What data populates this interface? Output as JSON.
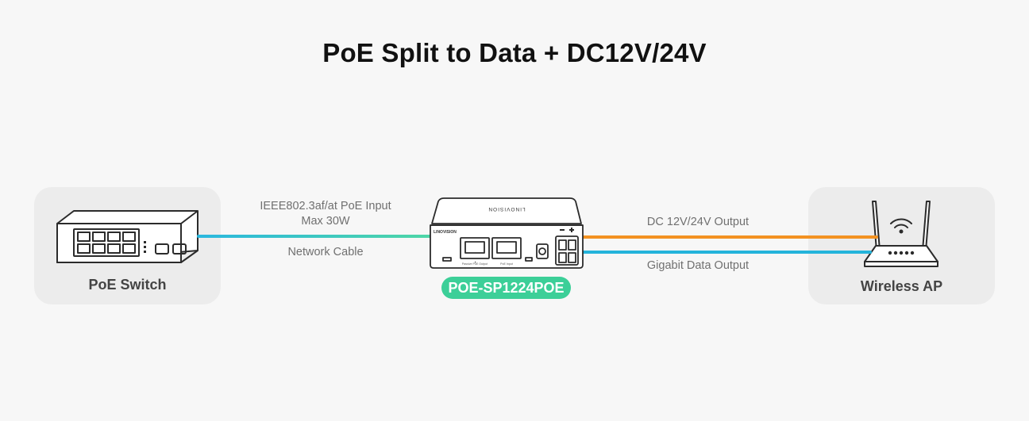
{
  "title": "PoE Split to Data + DC12V/24V",
  "source_device": {
    "label": "PoE Switch",
    "icon": "poe-switch-icon"
  },
  "splitter": {
    "model": "POE-SP1224POE",
    "brand_text": "LINOVISION",
    "icon": "poe-splitter-icon",
    "port_labels": [
      "Passive PoE Output",
      "PoE Input"
    ],
    "badge_color": "#3ccf98"
  },
  "target_device": {
    "label": "Wireless AP",
    "icon": "wireless-router-icon"
  },
  "input_link": {
    "top_label_line1": "IEEE802.3af/at PoE Input",
    "top_label_line2": "Max 30W",
    "bottom_label": "Network Cable",
    "gradient": [
      "#2ab7df",
      "#4fd7a5"
    ]
  },
  "power_output": {
    "label": "DC 12V/24V Output",
    "color": "#f39221"
  },
  "data_output": {
    "label": "Gigabit Data Output",
    "color": "#24b4db"
  }
}
